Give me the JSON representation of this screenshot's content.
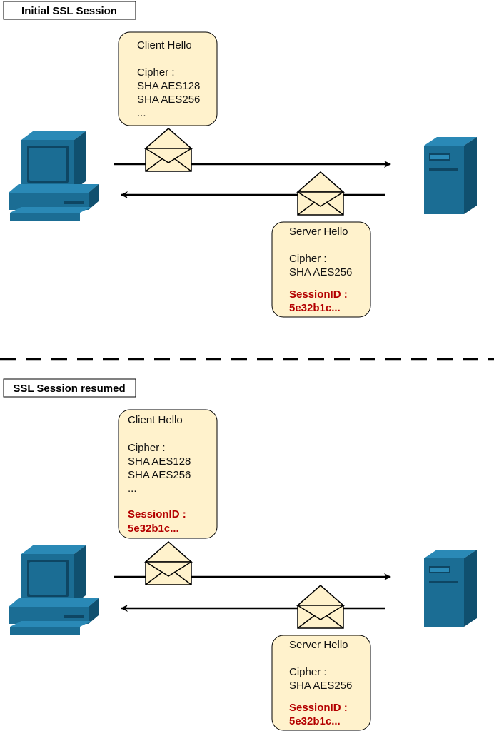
{
  "colors": {
    "device_face": "#1b6d94",
    "device_top": "#2a89b6",
    "device_side": "#10506f",
    "bubble_fill": "#fff2cc",
    "envelope_fill": "#fff2cc",
    "session_id_text": "#b40000",
    "arrow": "#000000"
  },
  "icons": {
    "client": "desktop-computer-icon",
    "server": "server-tower-icon",
    "message": "envelope-icon"
  },
  "initial": {
    "label": "Initial SSL Session",
    "client_hello": {
      "title": "Client Hello",
      "cipher_label": "Cipher :",
      "ciphers": [
        "SHA AES128",
        "SHA AES256",
        "..."
      ]
    },
    "server_hello": {
      "title": "Server Hello",
      "cipher_label": "Cipher :",
      "ciphers": [
        "SHA AES256"
      ],
      "session_label": "SessionID :",
      "session_value": "5e32b1c..."
    }
  },
  "resumed": {
    "label": "SSL Session resumed",
    "client_hello": {
      "title": "Client Hello",
      "cipher_label": "Cipher :",
      "ciphers": [
        "SHA AES128",
        "SHA AES256",
        "..."
      ],
      "session_label": "SessionID :",
      "session_value": "5e32b1c..."
    },
    "server_hello": {
      "title": "Server Hello",
      "cipher_label": "Cipher :",
      "ciphers": [
        "SHA AES256"
      ],
      "session_label": "SessionID :",
      "session_value": "5e32b1c..."
    }
  }
}
